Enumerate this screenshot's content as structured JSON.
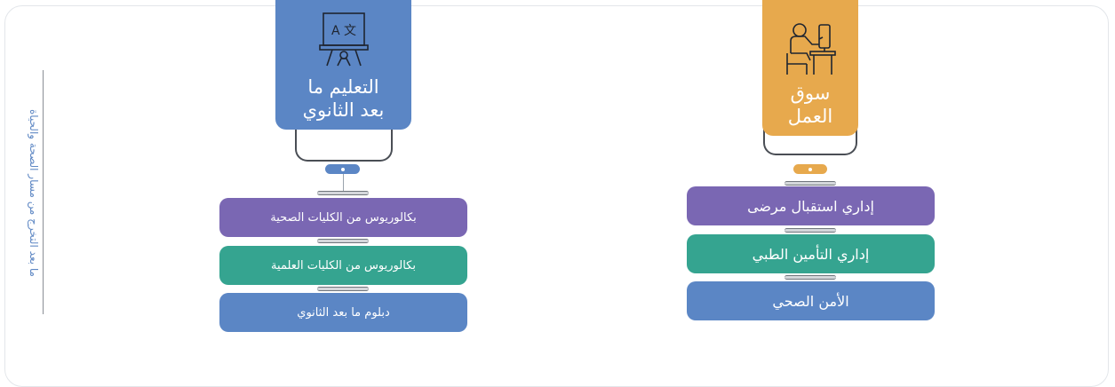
{
  "side_label": "ما بعد التخرج من مسار الصحة والحياة",
  "left_column": {
    "title": "التعليم ما بعد الثانوي",
    "title_line1": "التعليم ما",
    "title_line2": "بعد الثانوي",
    "icon": "teacher-board-icon",
    "icon_text": "A 文",
    "color": "#5b86c5",
    "items": [
      {
        "label": "بكالوريوس من الكليات الصحية",
        "color": "#7a67b3"
      },
      {
        "label": "بكالوريوس من الكليات العلمية",
        "color": "#35a490"
      },
      {
        "label": "دبلوم ما بعد الثانوي",
        "color": "#5b86c5"
      }
    ]
  },
  "right_column": {
    "title": "سوق العمل",
    "title_line1": "سوق",
    "title_line2": "العمل",
    "icon": "office-worker-icon",
    "color": "#e7a94d",
    "items": [
      {
        "label": "إداري استقبال مرضى",
        "color": "#7a67b3"
      },
      {
        "label": "إداري التأمين الطبي",
        "color": "#35a490"
      },
      {
        "label": "الأمن الصحي",
        "color": "#5b86c5"
      }
    ]
  }
}
